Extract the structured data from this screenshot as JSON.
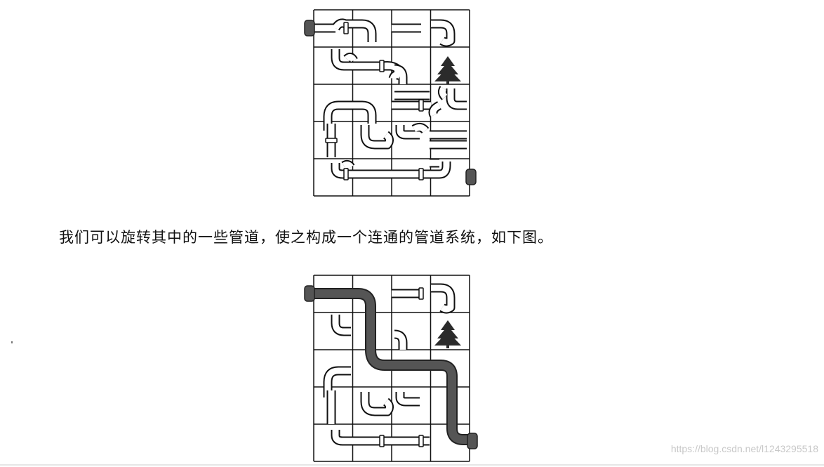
{
  "caption": "我们可以旋转其中的一些管道，使之构成一个连通的管道系统，如下图。",
  "watermark": "https://blog.csdn.net/l1243295518",
  "figure1_name": "pipe-puzzle-initial",
  "figure2_name": "pipe-puzzle-solved",
  "colors": {
    "grid": "#111111",
    "pipe_outline": "#111111",
    "pipe_fill": "#ffffff",
    "water": "#555555",
    "tree": "#2b2b2b"
  },
  "icons": {
    "tree": "tree-icon",
    "inlet": "pipe-inlet-icon",
    "outlet": "pipe-outlet-icon"
  }
}
